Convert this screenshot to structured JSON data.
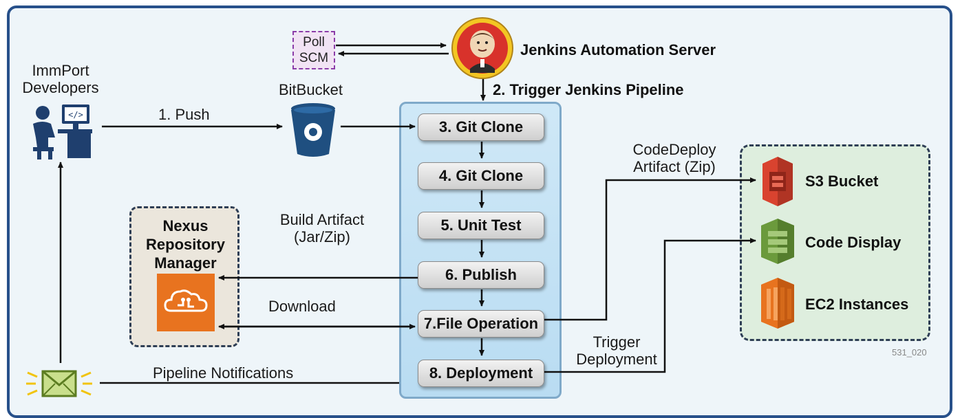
{
  "jenkins": {
    "title": "Jenkins Automation Server",
    "trigger": "2. Trigger Jenkins Pipeline"
  },
  "poll": {
    "line1": "Poll",
    "line2": "SCM"
  },
  "developers": {
    "line1": "ImmPort",
    "line2": "Developers"
  },
  "bitbucket": {
    "label": "BitBucket"
  },
  "push": {
    "label": "1. Push"
  },
  "steps": [
    "3. Git Clone",
    "4. Git Clone",
    "5. Unit Test",
    "6. Publish",
    "7.File Operation",
    "8. Deployment"
  ],
  "nexus": {
    "line1": "Nexus",
    "line2": "Repository",
    "line3": "Manager"
  },
  "build_artifact": {
    "line1": "Build Artifact",
    "line2": "(Jar/Zip)"
  },
  "download": {
    "label": "Download"
  },
  "codedeploy": {
    "line1": "CodeDeploy",
    "line2": "Artifact (Zip)"
  },
  "trigger_deploy": {
    "line1": "Trigger",
    "line2": "Deployment"
  },
  "notifications": {
    "label": "Pipeline Notifications"
  },
  "aws": {
    "s3": "S3 Bucket",
    "codedeploy": "Code Display",
    "ec2": "EC2 Instances"
  },
  "figure_id": "531_020",
  "colors": {
    "frame": "#27508a",
    "pipeline": "#b9dcf2",
    "aws_panel": "#deeede",
    "nexus_orange": "#e8731f",
    "s3_red": "#d9432f",
    "codedeploy_green": "#6b9a3c",
    "ec2_orange": "#e8731f",
    "bitbucket_blue": "#1f4f80"
  },
  "icons": [
    "developer-workstation-icon",
    "bitbucket-icon",
    "jenkins-butler-icon",
    "nexus-cloud-icon",
    "s3-bucket-icon",
    "codedeploy-icon",
    "ec2-icon",
    "envelope-icon"
  ]
}
